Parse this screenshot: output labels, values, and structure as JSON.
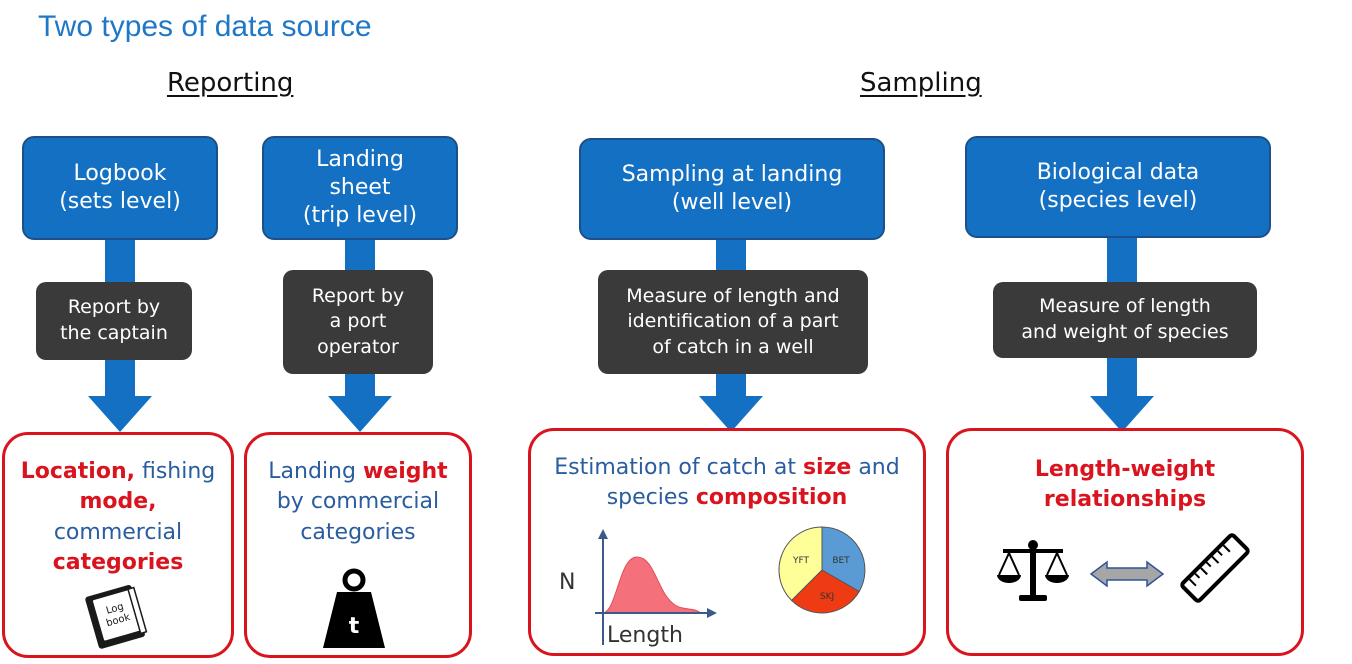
{
  "title": "Two types of data source",
  "headings": {
    "reporting": "Reporting",
    "sampling": "Sampling"
  },
  "sources": [
    {
      "line1": "Logbook",
      "line2": "(sets level)"
    },
    {
      "line1": "Landing",
      "line2": "sheet",
      "line3": "(trip level)"
    },
    {
      "line1": "Sampling at landing",
      "line2": "(well level)"
    },
    {
      "line1": "Biological data",
      "line2": "(species level)"
    }
  ],
  "methods": [
    {
      "line1": "Report by",
      "line2": "the captain"
    },
    {
      "line1": "Report by",
      "line2": "a port",
      "line3": "operator"
    },
    {
      "line1": "Measure of length and",
      "line2": "identification of a part",
      "line3": "of catch in a well"
    },
    {
      "line1": "Measure of length",
      "line2": "and weight of species"
    }
  ],
  "results": {
    "logbook": {
      "location": "Location",
      "comma1": ",",
      "fishing": " fishing",
      "mode": "mode",
      "comma2": ",",
      "commercial": "commercial",
      "categories": "categories"
    },
    "landing": {
      "landing": "Landing ",
      "weight": "weight",
      "by_commercial": "by commercial",
      "categories": "categories"
    },
    "sampling": {
      "estimation": "Estimation of catch at ",
      "size": "size",
      "and": " and",
      "species": "species ",
      "composition": "composition"
    },
    "biological": {
      "line1": "Length-weight",
      "line2": "relationships"
    }
  },
  "icons": {
    "logbook_cover_line1": "Log",
    "logbook_cover_line2": "book",
    "weight_label": "t",
    "length_axis_y": "N",
    "length_axis_x": "Length"
  },
  "pie_labels": {
    "bet": "BET",
    "skj": "SKJ",
    "yft": "YFT"
  },
  "colors": {
    "blue_box": "#1470c2",
    "dark_box": "#3a3a3a",
    "result_border": "#d9141e",
    "pie_bet": "#5b9bd5",
    "pie_skj": "#ef3b14",
    "pie_yft": "#ffff99",
    "length_curve": "#f4707a"
  }
}
